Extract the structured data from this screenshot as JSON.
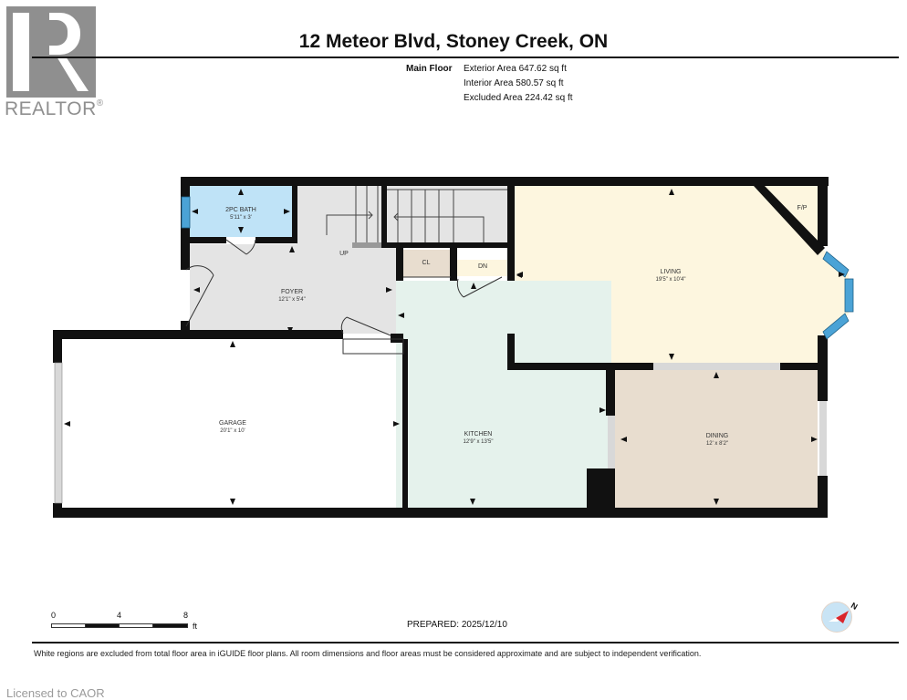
{
  "logo": {
    "brand": "REALTOR",
    "registered_mark": "®"
  },
  "header": {
    "title": "12 Meteor Blvd, Stoney Creek, ON",
    "floor_name": "Main Floor",
    "areas": [
      {
        "label": "Exterior Area 647.62 sq ft"
      },
      {
        "label": "Interior Area 580.57 sq ft"
      },
      {
        "label": "Excluded Area 224.42 sq ft"
      }
    ]
  },
  "floor_plan": {
    "rooms": [
      {
        "name": "2PC BATH",
        "dim": "5'11\" x 3'",
        "color": "#bfe3f7"
      },
      {
        "name": "FOYER",
        "dim": "12'1\" x 5'4\"",
        "color": "#e4e4e4"
      },
      {
        "name": "LIVING",
        "dim": "19'5\" x 10'4\"",
        "color": "#fdf6df"
      },
      {
        "name": "GARAGE",
        "dim": "20'1\" x 10'",
        "color": "#ffffff"
      },
      {
        "name": "KITCHEN",
        "dim": "12'9\" x 13'5\"",
        "color": "#e5f2ec"
      },
      {
        "name": "DINING",
        "dim": "12' x 8'2\"",
        "color": "#e8ddcf"
      }
    ],
    "labels": {
      "closet": "CL",
      "down": "DN",
      "up": "UP",
      "fireplace": "F/P"
    },
    "colors": {
      "wall": "#111111",
      "window": "#4ba3d6",
      "stairs": "#e2e2e2"
    }
  },
  "scale": {
    "ticks": [
      "0",
      "4",
      "8"
    ],
    "unit": "ft"
  },
  "footer": {
    "prepared": "PREPARED: 2025/12/10",
    "compass_label": "N",
    "disclaimer": "White regions are excluded from total floor area in iGUIDE floor plans. All room dimensions and floor areas must be considered approximate and are subject to independent verification.",
    "licensed": "Licensed to CAOR"
  }
}
